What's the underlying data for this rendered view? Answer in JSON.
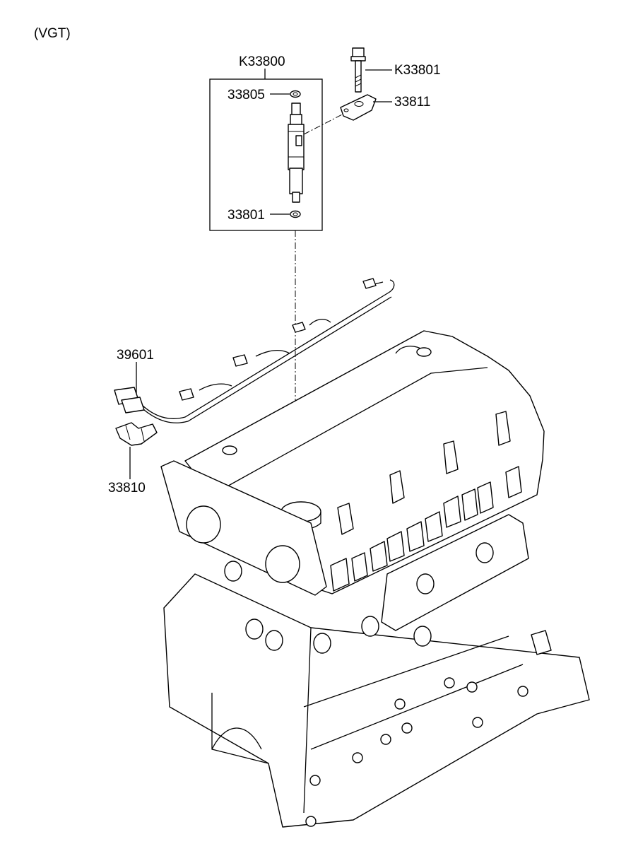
{
  "header": {
    "variant": "(VGT)"
  },
  "callouts": {
    "injector_kit": "K33800",
    "bolt_kit": "K33801",
    "upper_washer": "33805",
    "clamp": "33811",
    "lower_washer": "33801",
    "harness": "39601",
    "harness_bracket": "33810"
  }
}
